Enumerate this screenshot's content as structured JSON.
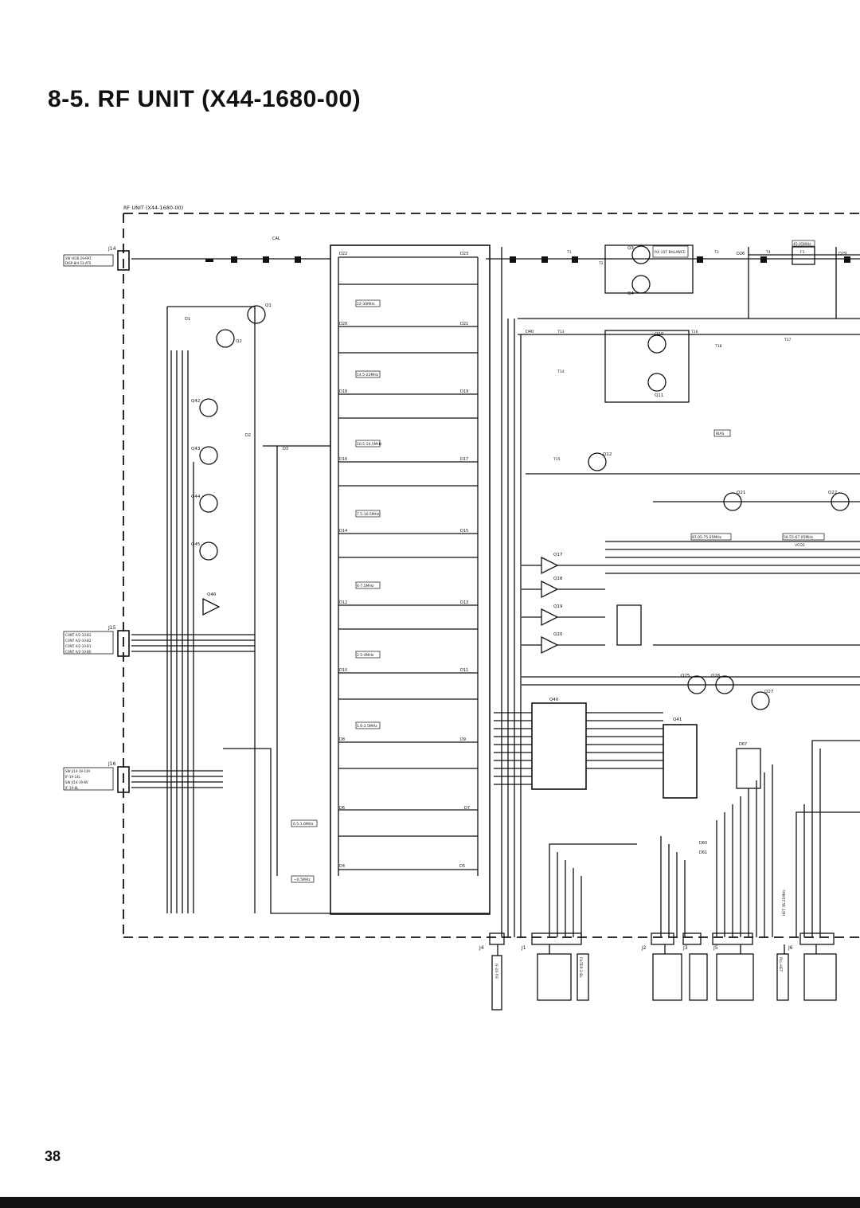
{
  "page": {
    "heading": "8-5.  RF UNIT (X44-1680-00)",
    "page_number": "38"
  },
  "schematic": {
    "unit_label": "RF UNIT (X44-1680-00)",
    "cal_label": "CAL",
    "connectors": {
      "j14": "J14",
      "j15": "J15",
      "j16": "J16",
      "j4": "J4",
      "j1": "J1",
      "j2": "J2",
      "j3": "J3",
      "j5": "J5",
      "j6": "J6"
    },
    "j14_refs": [
      "SW H/16-29-RAT",
      "DISP-8/4-53-ATS"
    ],
    "j15_refs": [
      "CONT A/2-10-B3",
      "CONT A/2-10-B2",
      "CONT A/2-10-B1",
      "CONT A/2-10-B0"
    ],
    "j16_refs": [
      "SW J/14-19-14A",
      "IF-19-14L",
      "SW J/14-19-8V",
      "IF-19-8L"
    ],
    "band_ranges": [
      "22-30MHz",
      "14.5-22MHz",
      "10.5-14.5MHz",
      "7.5-10.5MHz",
      "4-7.5MHz",
      "2.5-4MHz",
      "1.6-2.5MHz",
      "0.5-1.6MHz",
      "~0.5MHz"
    ],
    "transistors": [
      "Q1",
      "Q2",
      "Q3",
      "Q4",
      "Q10",
      "Q11",
      "Q12",
      "Q17",
      "Q18",
      "Q19",
      "Q20",
      "Q21",
      "Q22",
      "Q25",
      "Q26",
      "Q27",
      "Q40",
      "Q41",
      "Q42",
      "Q43",
      "Q44",
      "Q45",
      "Q46"
    ],
    "diodes": [
      "D1",
      "D2",
      "D3",
      "D4",
      "D5",
      "D6",
      "D7",
      "D8",
      "D9",
      "D10",
      "D11",
      "D12",
      "D13",
      "D14",
      "D15",
      "D16",
      "D17",
      "D18",
      "D19",
      "D20",
      "D21",
      "D22",
      "D23",
      "D26",
      "D29",
      "D40",
      "D60",
      "D61",
      "D67"
    ],
    "misc_labels": [
      "RX 1ST BALANCE",
      "45.05MHz",
      "BIAS",
      "87.05-75.05MHz",
      "56.55-67.05MHz",
      "VCO3",
      "T1",
      "T2",
      "T3",
      "T4",
      "F1",
      "T13",
      "T14",
      "T15",
      "T16",
      "T17",
      "T18",
      "IF-20-TIF",
      "FILTER-2-BL",
      "PLL-HET",
      "HET 36.21MHz"
    ]
  }
}
